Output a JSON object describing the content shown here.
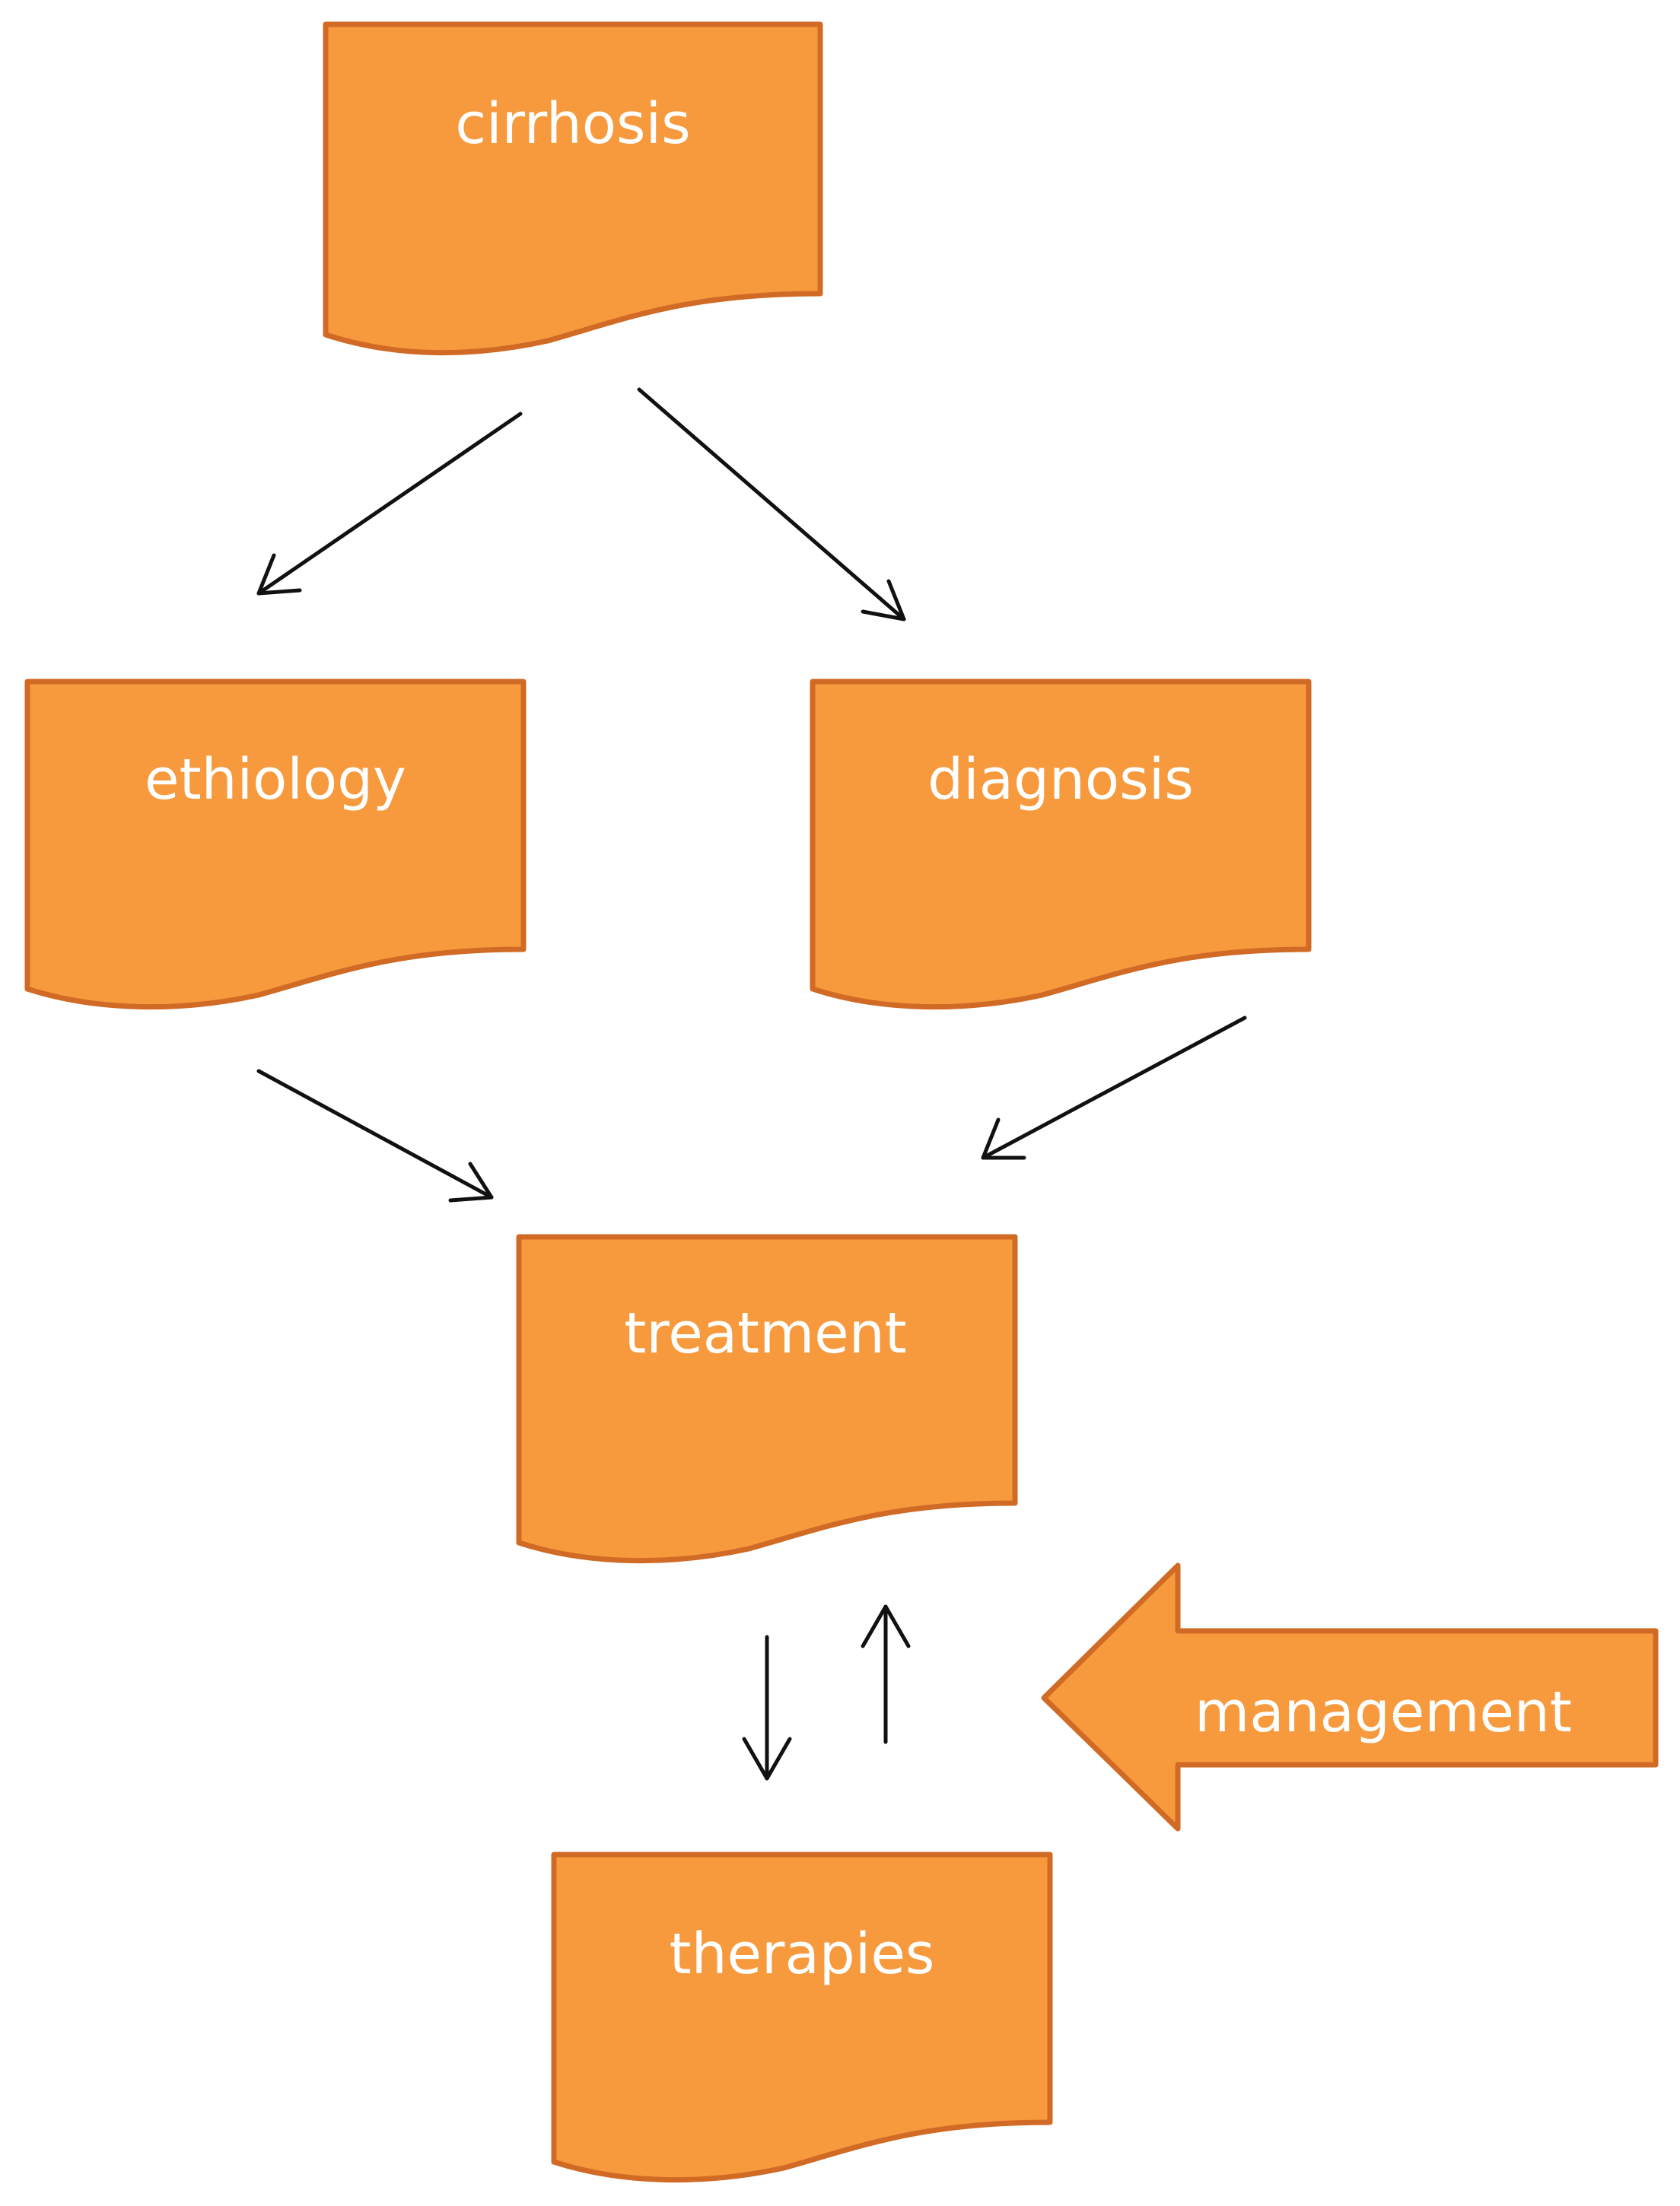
{
  "diagram": {
    "nodes": {
      "cirrhosis": {
        "label": "cirrhosis"
      },
      "ethiology": {
        "label": "ethiology"
      },
      "diagnosis": {
        "label": "diagnosis"
      },
      "treatment": {
        "label": "treatment"
      },
      "therapies": {
        "label": "therapies"
      }
    },
    "management": {
      "label": "management"
    },
    "edges": [
      {
        "from": "cirrhosis",
        "to": "ethiology"
      },
      {
        "from": "cirrhosis",
        "to": "diagnosis"
      },
      {
        "from": "ethiology",
        "to": "treatment"
      },
      {
        "from": "diagnosis",
        "to": "treatment"
      },
      {
        "from": "treatment",
        "to": "therapies"
      },
      {
        "from": "therapies",
        "to": "treatment"
      },
      {
        "from": "management",
        "to": "treatment"
      }
    ],
    "colors": {
      "node_fill": "#F79A3E",
      "node_stroke": "#D06A25",
      "node_text": "#FFFFFF",
      "arrow": "#111111"
    }
  }
}
